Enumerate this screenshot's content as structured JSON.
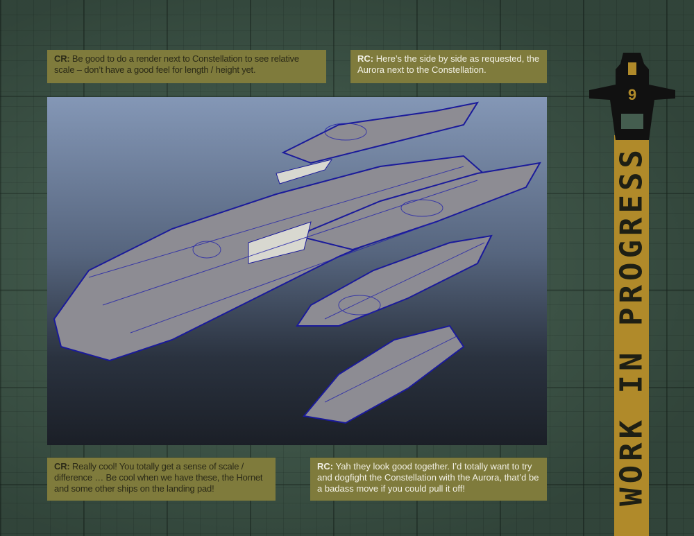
{
  "captions": [
    {
      "speaker": "CR:",
      "text": " Be good to do a render next to Constellation to see relative scale – don’t have a good feel for length / height yet."
    },
    {
      "speaker": "RC:",
      "text": " Here’s the side by side as requested, the Aurora next to the Constellation."
    },
    {
      "speaker": "CR:",
      "text": " Really cool! You totally get a sense of scale / difference … Be cool when we have these, the Hornet and some other ships on the landing pad!"
    },
    {
      "speaker": "RC:",
      "text": " Yah they look good together. I’d totally want to try and dogfight the Constellation with the Aurora, that’d be a badass move if you could pull it off!"
    }
  ],
  "sidebar": {
    "section_title": "WORK IN PROGRESS",
    "issue_number": "9"
  },
  "colors": {
    "caption_bg": "#7f7b3c",
    "accent": "#b08a2a",
    "background": "#445d4f"
  }
}
